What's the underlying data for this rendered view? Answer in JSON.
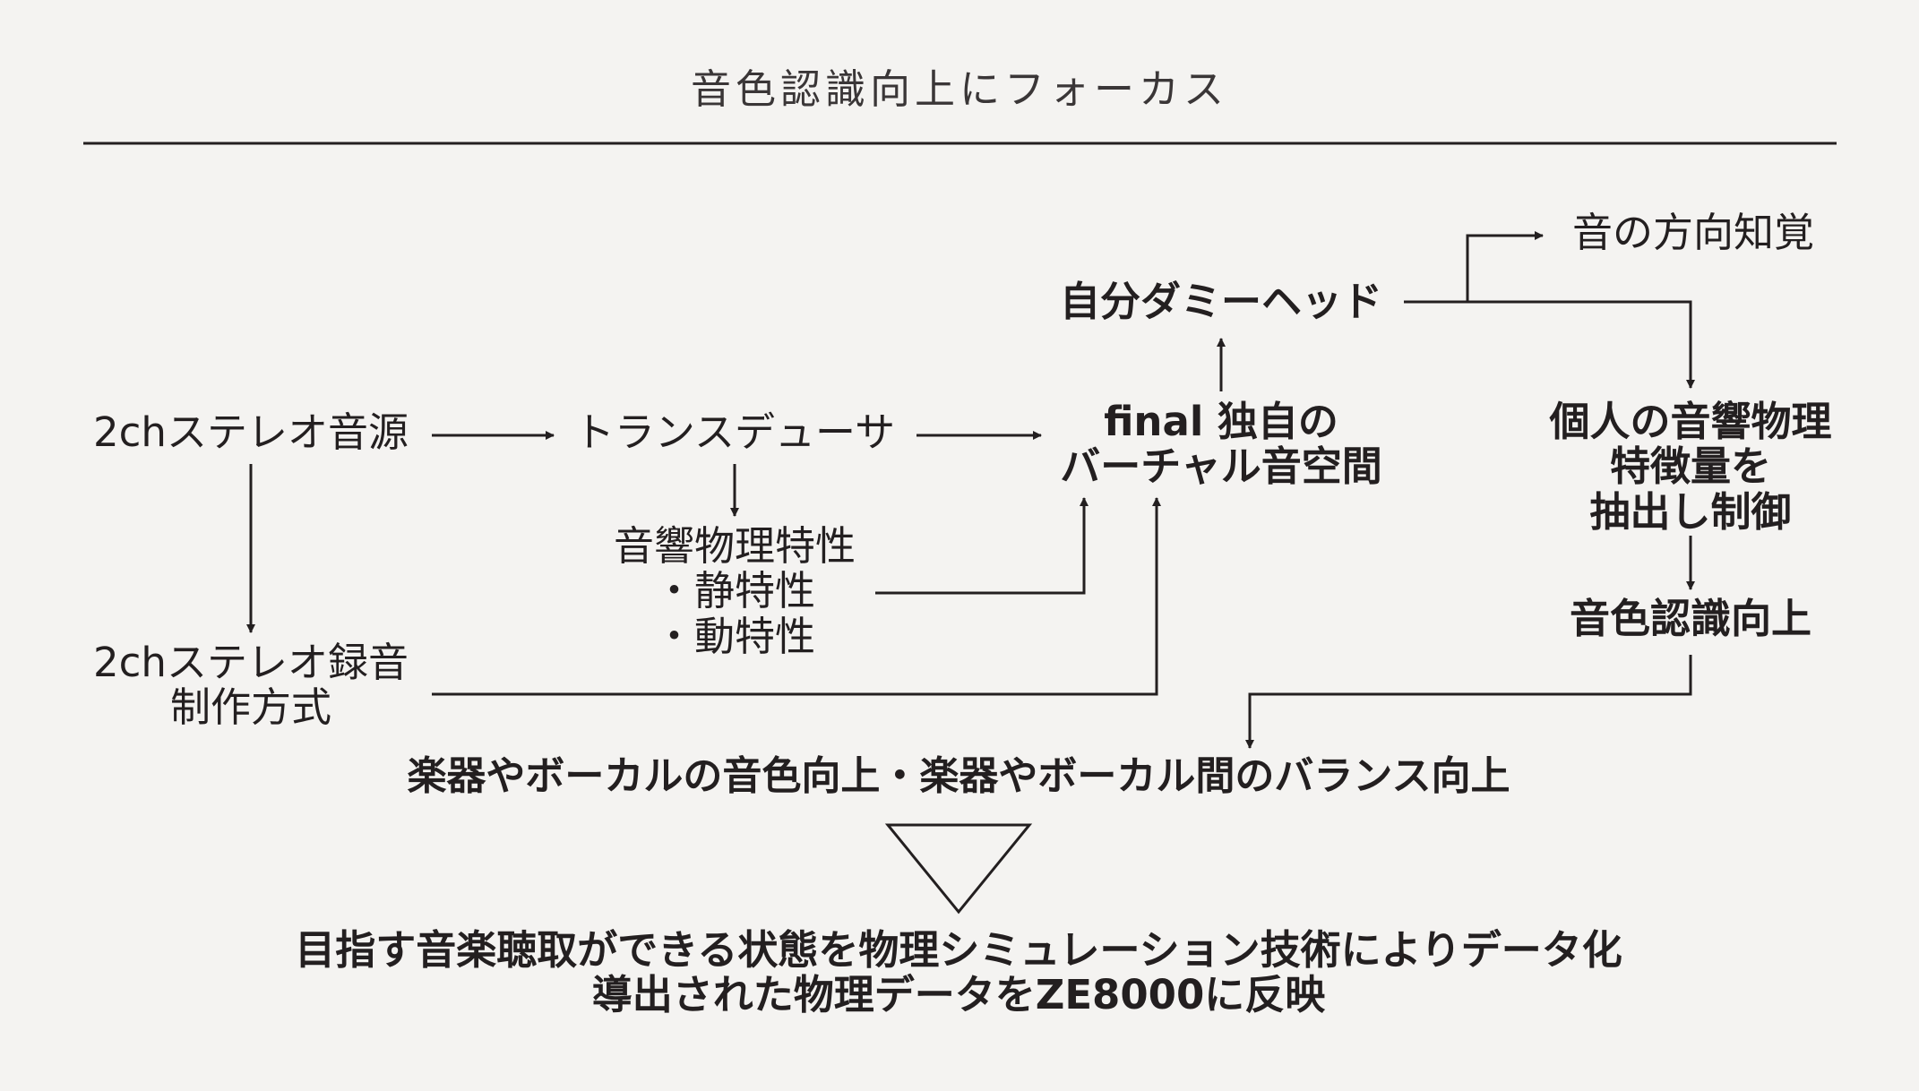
{
  "title": "音色認識向上にフォーカス",
  "nodes": {
    "source": "2chステレオ音源",
    "transducer": "トランスデューサ",
    "acoustic": [
      "音響物理特性",
      "・静特性",
      "・動特性"
    ],
    "recording": [
      "2chステレオ録音",
      "制作方式"
    ],
    "virtual_space": [
      "final 独自の",
      "バーチャル音空間"
    ],
    "dummy_head": "自分ダミーヘッド",
    "direction": "音の方向知覚",
    "personal": [
      "個人の音響物理",
      "特徴量を",
      "抽出し制御"
    ],
    "timbre": "音色認識向上",
    "balance": "楽器やボーカルの音色向上・楽器やボーカル間のバランス向上",
    "conclusion": [
      "目指す音楽聴取ができる状態を物理シミュレーション技術によりデータ化",
      "導出された物理データをZE8000に反映"
    ]
  },
  "colors": {
    "background": "#f4f3f1",
    "ink": "#231f20"
  }
}
